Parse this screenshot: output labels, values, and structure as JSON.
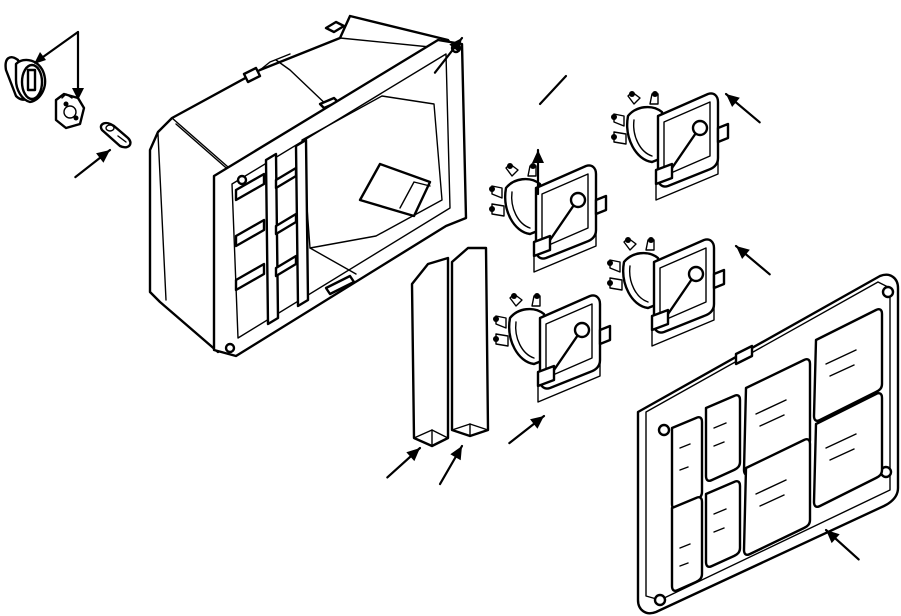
{
  "figure": {
    "callout_count": 12,
    "parts": [
      "knob",
      "switch-nut",
      "key-clip",
      "instrument-housing",
      "gauge-upper-left",
      "gauge-upper-right",
      "gauge-middle-right",
      "gauge-lower-left",
      "filler-plate-left",
      "filler-plate-right",
      "instrument-bezel"
    ],
    "icons": [
      "arrow-icon"
    ]
  }
}
